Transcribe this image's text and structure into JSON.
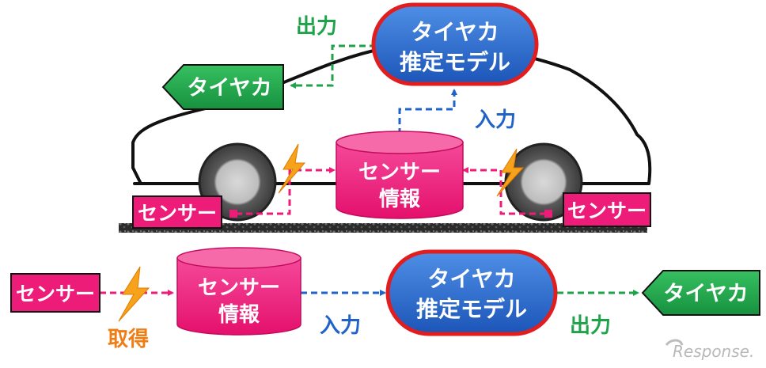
{
  "colors": {
    "blue": "#1f63c9",
    "pink": "#ee1c79",
    "green": "#1ea34a",
    "orange": "#f07d13",
    "bolt": "#f7a21b",
    "outline_red": "#e11d1d"
  },
  "top": {
    "model_line1": "タイヤカ",
    "model_line2": "推定モデル",
    "output_label": "出力",
    "tire_force": "タイヤカ",
    "input_label": "入力",
    "sensor_info_line1": "センサー",
    "sensor_info_line2": "情報",
    "sensor_left": "センサー",
    "sensor_right": "センサー"
  },
  "bottom": {
    "sensor": "センサー",
    "acquire_label": "取得",
    "sensor_info_line1": "センサー",
    "sensor_info_line2": "情報",
    "input_label": "入力",
    "model_line1": "タイヤカ",
    "model_line2": "推定モデル",
    "output_label": "出力",
    "tire_force": "タイヤカ"
  },
  "watermark": "Response."
}
